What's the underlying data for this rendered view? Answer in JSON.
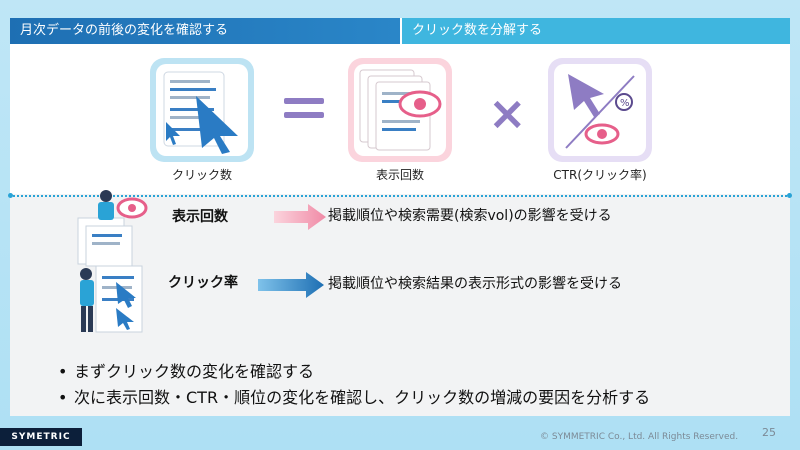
{
  "header": {
    "tab_left": "月次データの前後の変化を確認する",
    "tab_right": "クリック数を分解する"
  },
  "formula": {
    "clicks_label": "クリック数",
    "impressions_label": "表示回数",
    "ctr_label": "CTR(クリック率)",
    "operator_equals": "=",
    "operator_times": "×"
  },
  "rows": [
    {
      "label": "表示回数",
      "desc": "掲載順位や検索需要(検索vol)の影響を受ける",
      "arrow_color": "#f4a0b5"
    },
    {
      "label": "クリック率",
      "desc": "掲載順位や検索結果の表示形式の影響を受ける",
      "arrow_color": "#2a86c8"
    }
  ],
  "bullets": [
    "まずクリック数の変化を確認する",
    "次に表示回数・CTR・順位の変化を確認し、クリック数の増減の要因を分析する"
  ],
  "footer": {
    "logo": "SYMETRIC",
    "copyright": "© SYMMETRIC Co., Ltd. All Rights Reserved.",
    "page": "25"
  },
  "colors": {
    "primary_blue": "#1e6fb3",
    "light_blue": "#3fb6df",
    "purple": "#8e7cc3",
    "pink": "#f4a0b5"
  }
}
